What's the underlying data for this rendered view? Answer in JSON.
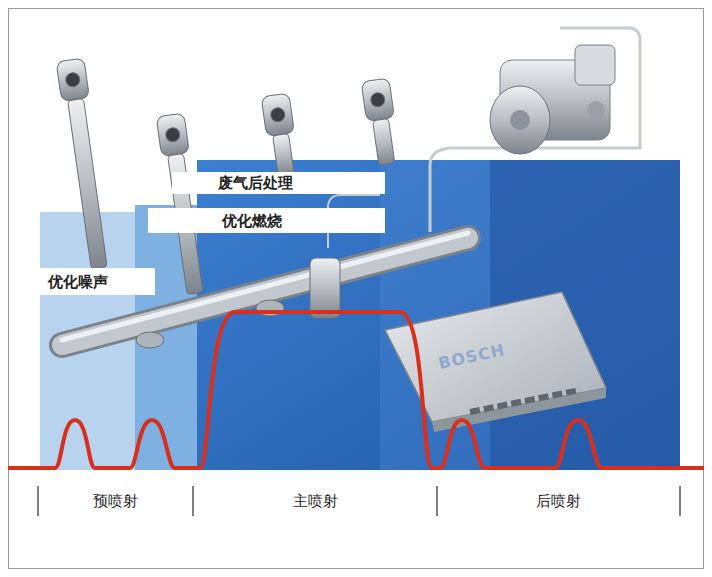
{
  "diagram": {
    "nodes": [
      {
        "text": [
          "废气后处理"
        ]
      },
      {
        "text": [
          "优化燃烧"
        ]
      },
      {
        "text": [
          "优化噪声"
        ]
      }
    ],
    "labels": [
      "BOSCH",
      "预喷射",
      "主喷射",
      "后喷射"
    ]
  }
}
